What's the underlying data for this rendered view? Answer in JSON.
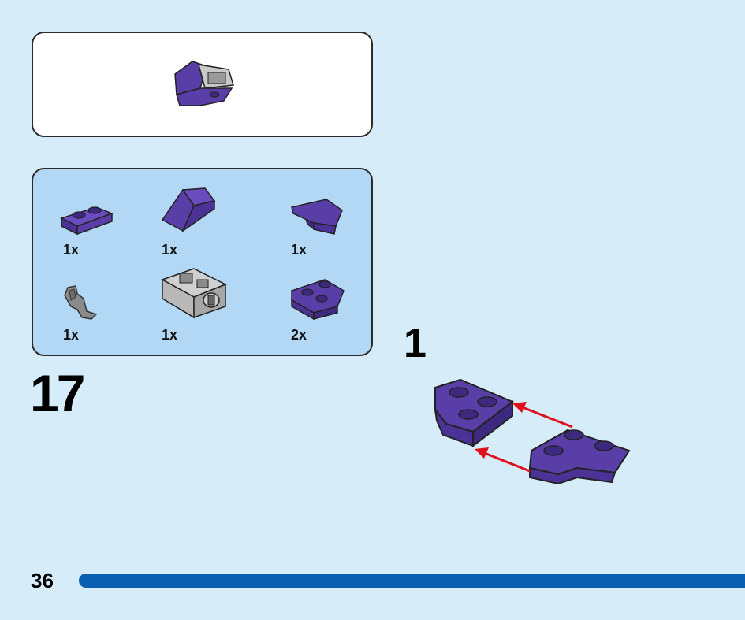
{
  "page": {
    "number": "36",
    "step": "17",
    "substep": "1",
    "progress_fraction": 1.0
  },
  "parts_list": [
    {
      "name": "plate-1x2",
      "qty": "1x"
    },
    {
      "name": "slope-wedge",
      "qty": "1x"
    },
    {
      "name": "wedge-plate-corner",
      "qty": "1x"
    },
    {
      "name": "clip-bracket",
      "qty": "1x"
    },
    {
      "name": "technic-connector-grey",
      "qty": "1x"
    },
    {
      "name": "wedge-plate-3stud",
      "qty": "2x"
    }
  ],
  "colors": {
    "background": "#d6ecf9",
    "parts_panel": "#b3d8f5",
    "brick_purple": "#5a3ea8",
    "arrow_red": "#e0101a",
    "progress_blue": "#0a5fb0"
  }
}
